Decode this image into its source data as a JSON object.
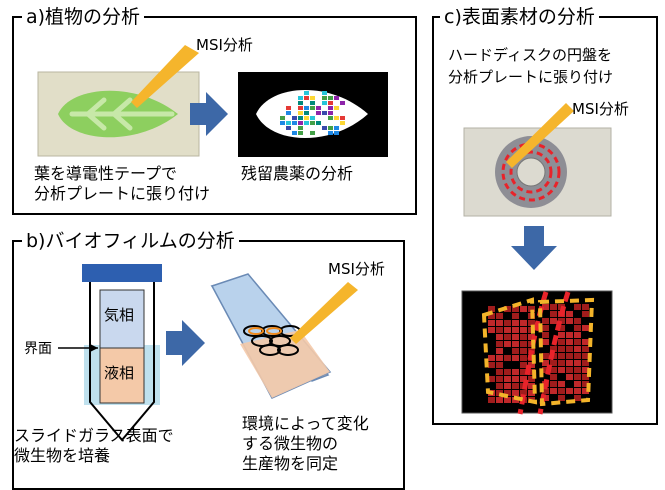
{
  "panel_a": {
    "title": "a)植物の分析",
    "msi_label": "MSI分析",
    "caption_left": [
      "葉を導電性テープで",
      "分析プレートに張り付け"
    ],
    "caption_right": "残留農薬の分析"
  },
  "panel_b": {
    "title": "b)バイオフィルムの分析",
    "msi_label": "MSI分析",
    "gas_phase": "気相",
    "liquid_phase": "液相",
    "interface": "界面",
    "caption_left": [
      "スライドガラス表面で",
      "微生物を培養"
    ],
    "caption_right": [
      "環境によって変化",
      "する微生物の",
      "生産物を同定"
    ]
  },
  "panel_c": {
    "title": "c)表面素材の分析",
    "subtitle": [
      "ハードディスクの円盤を",
      "分析プレートに張り付け"
    ],
    "msi_label": "MSI分析"
  },
  "colors": {
    "leaf_green": "#8dcf5f",
    "arrow_blue": "#3d68a7",
    "pipette_orange": "#f5b52c",
    "tube_cap": "#2d5fb0",
    "liquid": "#bfe1ee",
    "agar": "#f4c9a8",
    "dash_red": "#e8232a",
    "tile_red": "#a01c1c"
  }
}
